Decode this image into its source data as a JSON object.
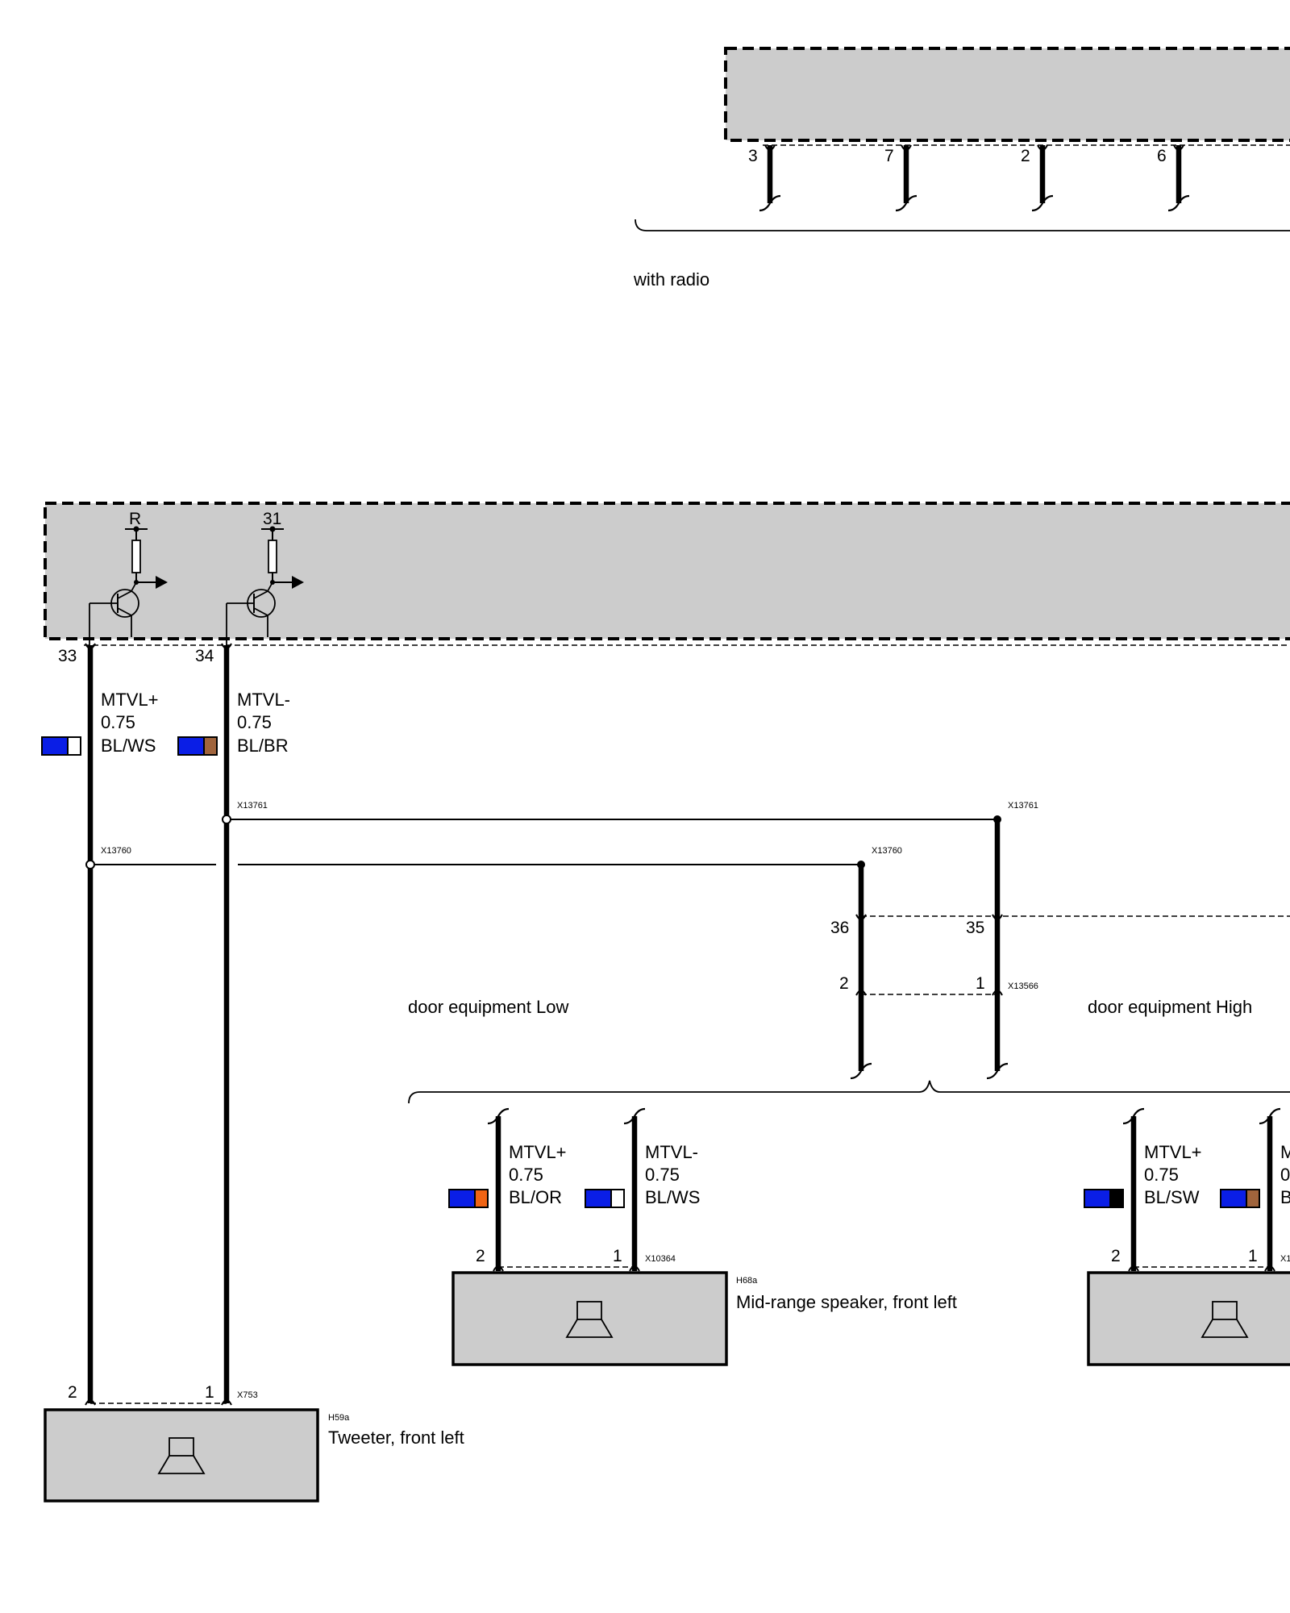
{
  "radio": {
    "pins": [
      "3",
      "7",
      "2",
      "6"
    ],
    "condition": "with radio"
  },
  "amplifier": {
    "supply_labels": [
      "R",
      "31"
    ],
    "pins": [
      "33",
      "34"
    ]
  },
  "tweeter_wires": {
    "plus": {
      "name": "MTVL+",
      "size": "0.75",
      "color_code": "BL/WS",
      "colors": [
        "#0a1ee6",
        "#ffffff"
      ]
    },
    "minus": {
      "name": "MTVL-",
      "size": "0.75",
      "color_code": "BL/BR",
      "colors": [
        "#0a1ee6",
        "#a0643c"
      ]
    }
  },
  "splices": {
    "left_minus": "X13761",
    "left_plus": "X13760",
    "right_plus": "X13760",
    "right_minus": "X13761"
  },
  "door_connector": {
    "upper_pins": [
      "36",
      "35"
    ],
    "lower_pins": [
      "2",
      "1"
    ],
    "id": "X13566",
    "low_label": "door equipment Low",
    "high_label": "door equipment High"
  },
  "midrange": {
    "wires": [
      {
        "name": "MTVL+",
        "size": "0.75",
        "color_code": "BL/OR",
        "colors": [
          "#0a1ee6",
          "#f06414"
        ]
      },
      {
        "name": "MTVL-",
        "size": "0.75",
        "color_code": "BL/WS",
        "colors": [
          "#0a1ee6",
          "#ffffff"
        ]
      }
    ],
    "pins": [
      "2",
      "1"
    ],
    "connector": "X10364",
    "id": "H68a",
    "label": "Mid-range speaker, front left"
  },
  "right_speaker": {
    "wires": [
      {
        "name": "MTVL+",
        "size": "0.75",
        "color_code": "BL/SW",
        "colors": [
          "#0a1ee6",
          "#000000"
        ]
      },
      {
        "name": "M",
        "size": "0",
        "color_code": "B",
        "colors": [
          "#0a1ee6",
          "#a0643c"
        ]
      }
    ],
    "pins": [
      "2",
      "1"
    ],
    "connector": "X1"
  },
  "tweeter": {
    "pins": [
      "2",
      "1"
    ],
    "connector": "X753",
    "id": "H59a",
    "label": "Tweeter, front left"
  }
}
